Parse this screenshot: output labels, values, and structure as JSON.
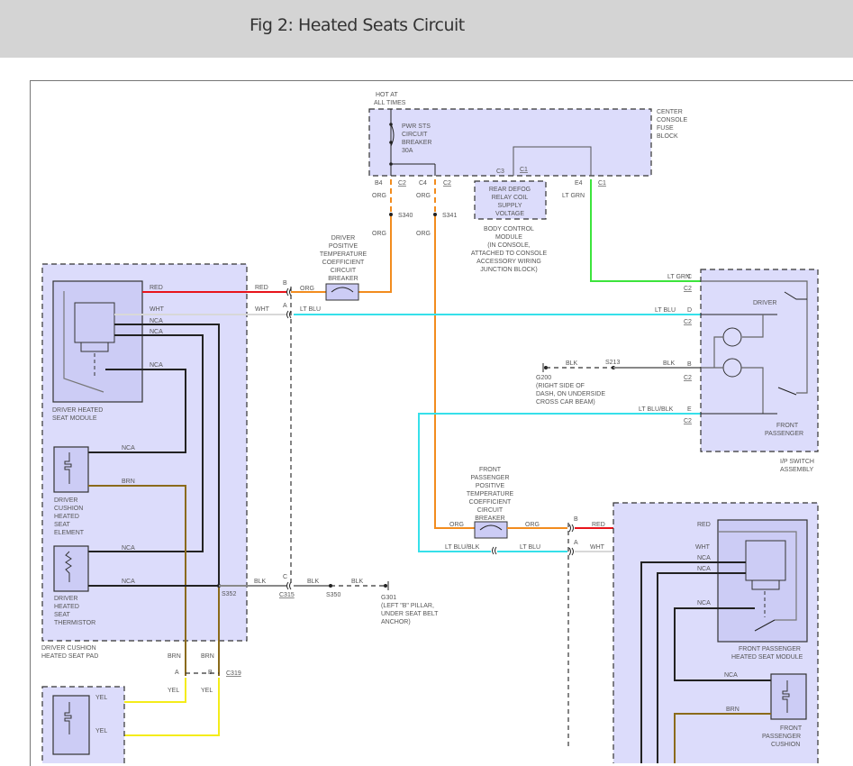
{
  "header": {
    "title": "Fig 2: Heated Seats Circuit"
  },
  "colors": {
    "component_fill": "#dcdcfb",
    "inner_fill": "#ccccf5",
    "wire_red": "#e8141b",
    "wire_orange": "#f28c1e",
    "wire_ltblu": "#36e0ea",
    "wire_ltgrn": "#3ce43c",
    "wire_wht": "#d8d8d8",
    "wire_brn": "#8a6a1a",
    "wire_yel": "#f4ec1a",
    "wire_blk": "#222222",
    "wire_gray": "#888888"
  },
  "fuse_block": {
    "hot_label_1": "HOT AT",
    "hot_label_2": "ALL TIMES",
    "breaker": [
      "PWR STS",
      "CIRCUIT",
      "BREAKER",
      "30A"
    ],
    "name": [
      "CENTER",
      "CONSOLE",
      "FUSE",
      "BLOCK"
    ],
    "pins": {
      "b4": "B4",
      "b4_conn": "C2",
      "c4": "C4",
      "c4_conn": "C2",
      "c3": "C3",
      "c3_conn": "C1",
      "e4": "E4",
      "e4_conn": "C1"
    }
  },
  "bcm": {
    "inner": [
      "REAR DEFOG",
      "RELAY COIL",
      "SUPPLY",
      "VOLTAGE"
    ],
    "name": [
      "BODY CONTROL",
      "MODULE",
      "(IN CONSOLE,",
      "ATTACHED TO CONSOLE",
      "ACCESSORY WIRING",
      "JUNCTION BLOCK)"
    ]
  },
  "splices": {
    "s340": "S340",
    "s341": "S341",
    "s213": "S213",
    "s350": "S350",
    "s352": "S352"
  },
  "wire_labels": {
    "org": "ORG",
    "red": "RED",
    "wht": "WHT",
    "nca": "NCA",
    "ltblu": "LT BLU",
    "ltgrn": "LT GRN",
    "blk": "BLK",
    "brn": "BRN",
    "yel": "YEL",
    "ltblublk": "LT BLU/BLK"
  },
  "driver_ptc": [
    "DRIVER",
    "POSITIVE",
    "TEMPERATURE",
    "COEFFICIENT",
    "CIRCUIT",
    "BREAKER"
  ],
  "passenger_ptc": [
    "FRONT",
    "PASSENGER",
    "POSITIVE",
    "TEMPERATURE",
    "COEFFICIENT",
    "CIRCUIT",
    "BREAKER"
  ],
  "driver_pad": {
    "module": [
      "DRIVER HEATED",
      "SEAT MODULE"
    ],
    "element": [
      "DRIVER",
      "CUSHION",
      "HEATED",
      "SEAT",
      "ELEMENT"
    ],
    "thermistor": [
      "DRIVER",
      "HEATED",
      "SEAT",
      "THERMISTOR"
    ],
    "name": [
      "DRIVER CUSHION",
      "HEATED SEAT PAD"
    ]
  },
  "connectors": {
    "pin_a": "A",
    "pin_b": "B",
    "pin_c": "C",
    "pin_d": "D",
    "pin_e": "E",
    "c2": "C2",
    "c315": "C315",
    "c319": "C319"
  },
  "grounds": {
    "g200": [
      "G200",
      "(RIGHT SIDE OF",
      "DASH, ON UNDERSIDE",
      "CROSS CAR BEAM)"
    ],
    "g301": [
      "G301",
      "(LEFT \"B\" PILLAR,",
      "UNDER SEAT BELT",
      "ANCHOR)"
    ]
  },
  "ip_switch": {
    "driver": "DRIVER",
    "passenger": [
      "FRONT",
      "PASSENGER"
    ],
    "name": [
      "I/P SWITCH",
      "ASSEMBLY"
    ]
  },
  "passenger_module": {
    "name": [
      "FRONT PASSENGER",
      "HEATED SEAT MODULE"
    ],
    "cushion": [
      "FRONT",
      "PASSENGER",
      "CUSHION"
    ]
  }
}
